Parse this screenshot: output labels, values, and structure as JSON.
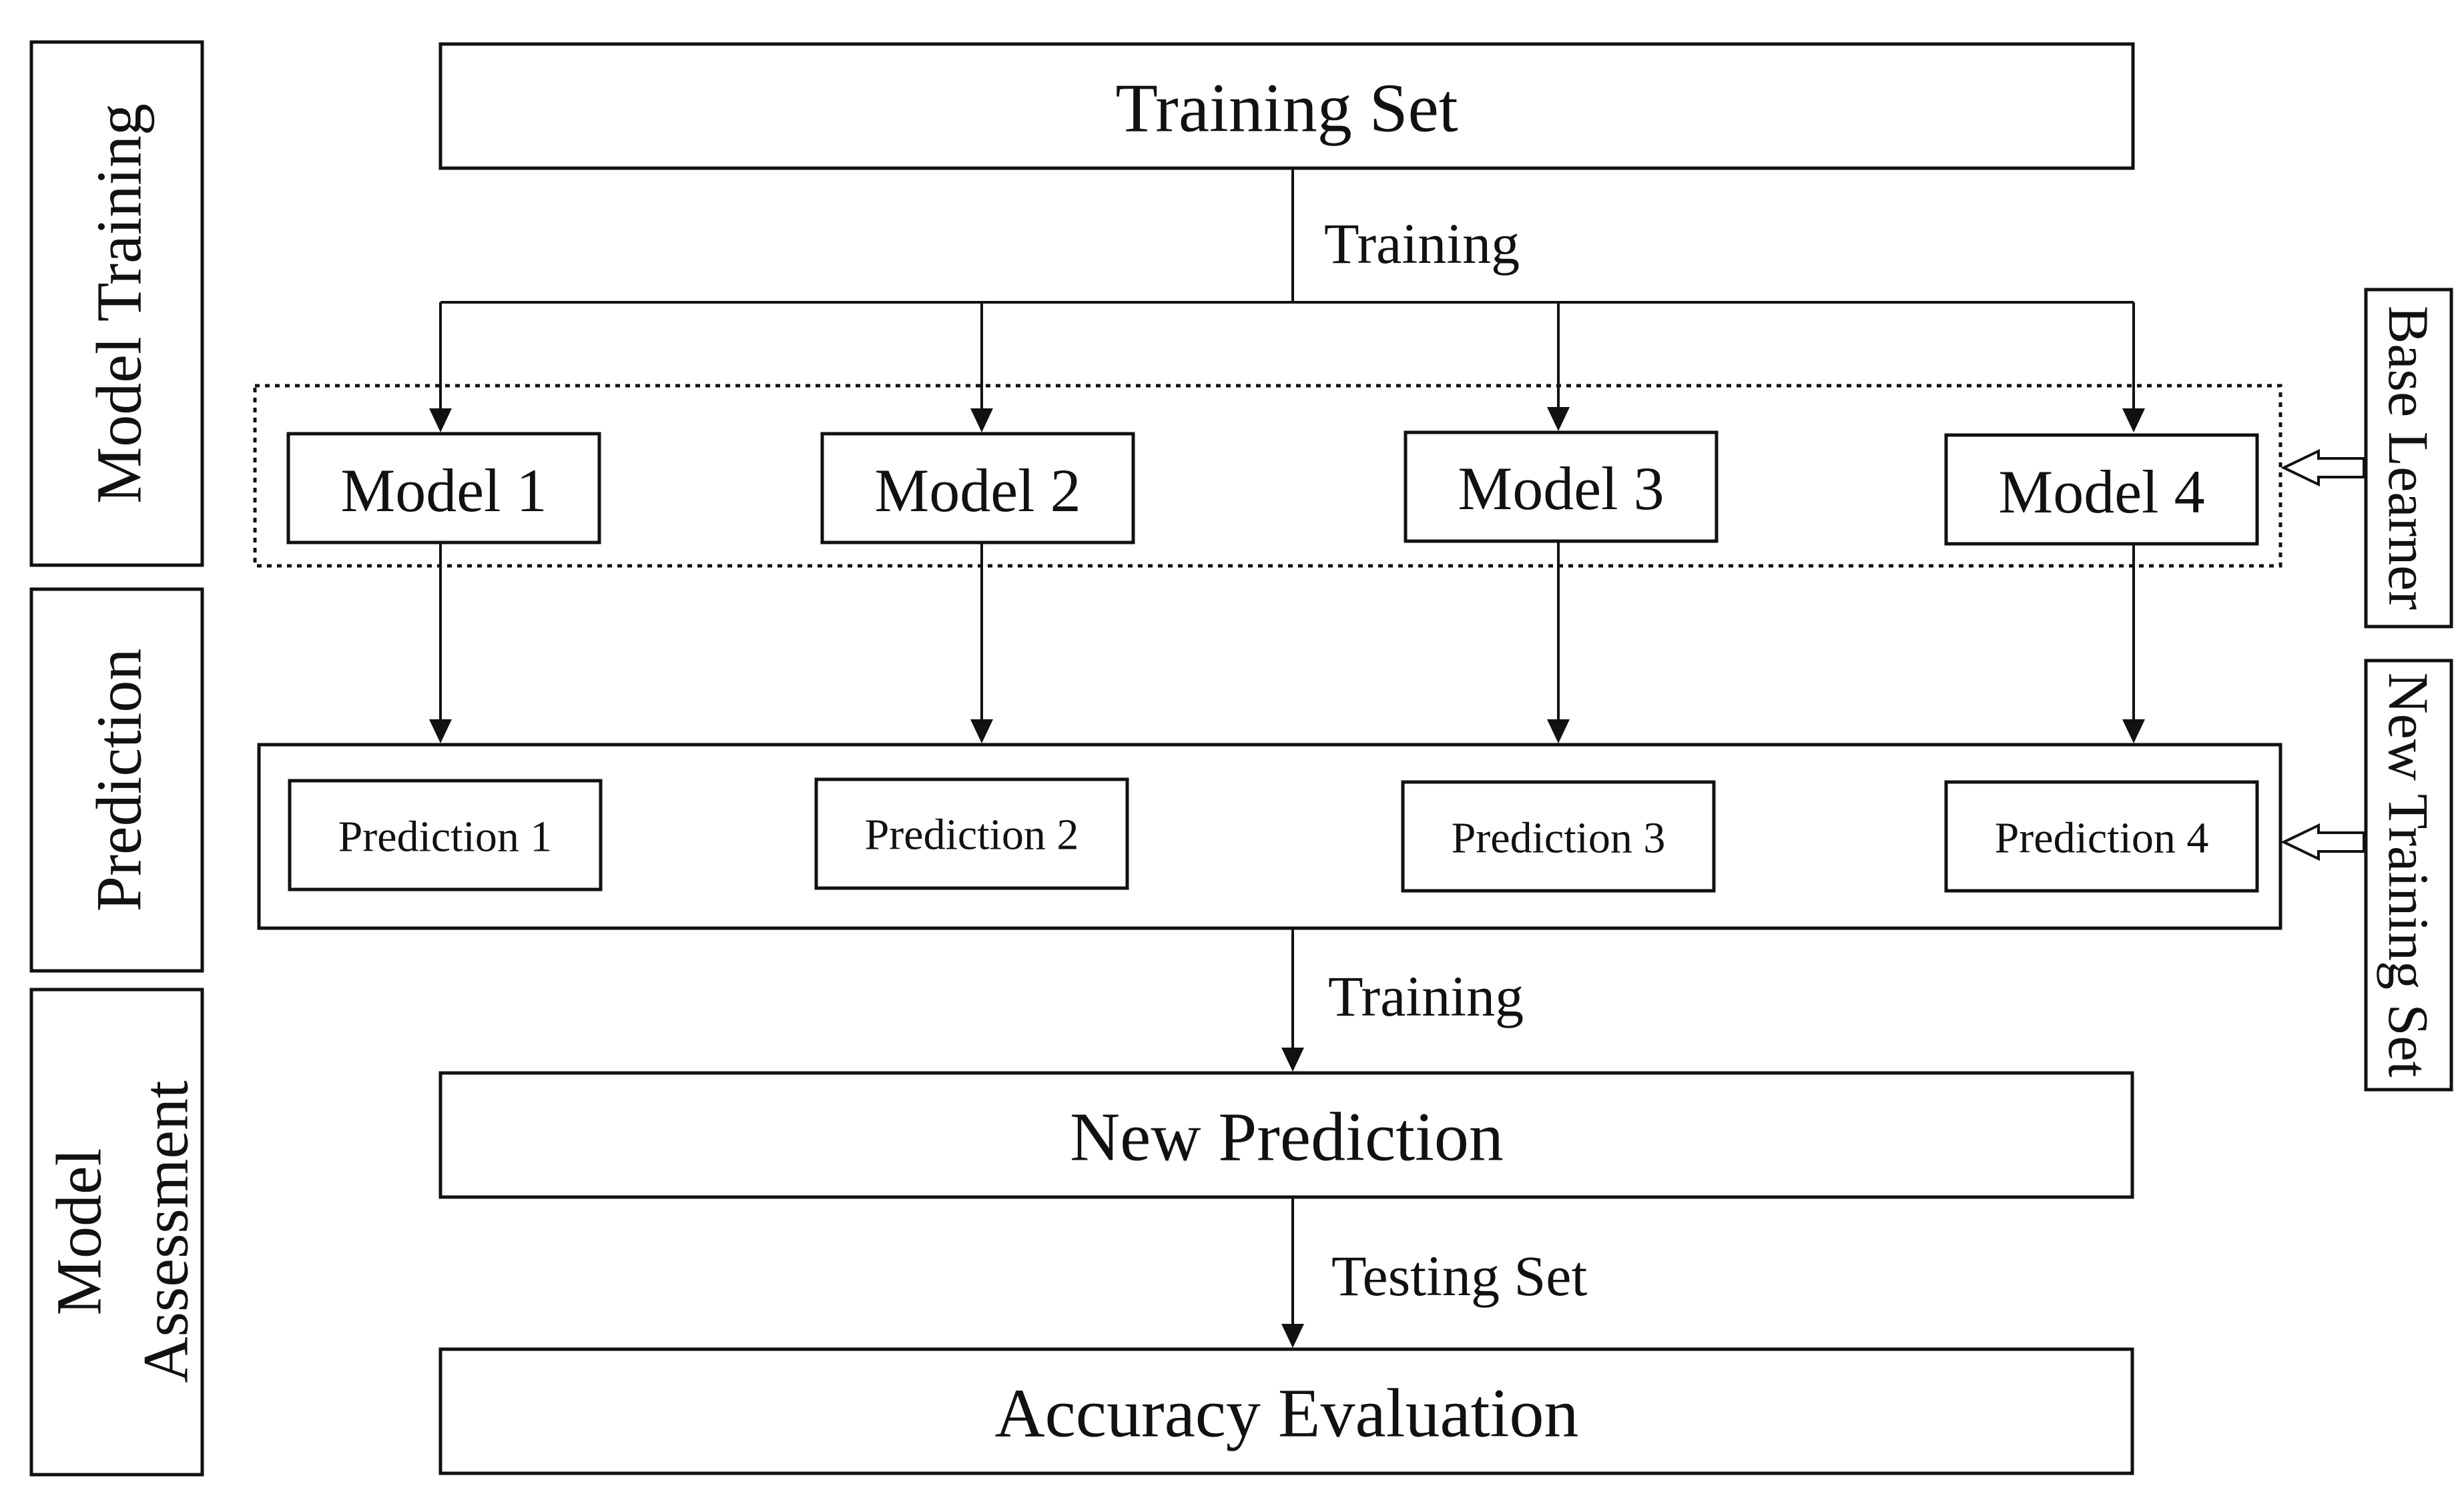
{
  "phases": {
    "training": "Model Training",
    "prediction": "Prediction",
    "assessment_line1": "Model",
    "assessment_line2": "Assessment"
  },
  "nodes": {
    "training_set": "Training Set",
    "models": [
      "Model 1",
      "Model 2",
      "Model 3",
      "Model 4"
    ],
    "predictions": [
      "Prediction 1",
      "Prediction 2",
      "Prediction 3",
      "Prediction 4"
    ],
    "new_prediction": "New Prediction",
    "accuracy_evaluation": "Accuracy Evaluation"
  },
  "edge_labels": {
    "training_top": "Training",
    "training_bottom": "Training",
    "testing_set": "Testing Set"
  },
  "side_labels": {
    "base_learner": "Base Learner",
    "new_training_set": "New Training Set"
  }
}
